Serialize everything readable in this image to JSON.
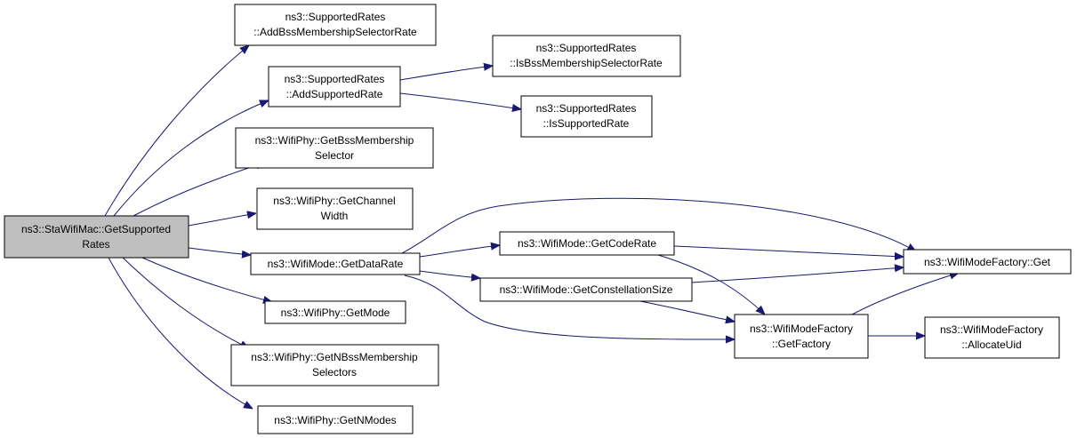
{
  "graph": {
    "nodes": [
      {
        "id": "root",
        "lines": [
          "ns3::StaWifiMac::GetSupported",
          "Rates"
        ]
      },
      {
        "id": "add-bss-rate",
        "lines": [
          "ns3::SupportedRates",
          "::AddBssMembershipSelectorRate"
        ]
      },
      {
        "id": "add-supported-rate",
        "lines": [
          "ns3::SupportedRates",
          "::AddSupportedRate"
        ]
      },
      {
        "id": "is-bss-rate",
        "lines": [
          "ns3::SupportedRates",
          "::IsBssMembershipSelectorRate"
        ]
      },
      {
        "id": "is-supported-rate",
        "lines": [
          "ns3::SupportedRates",
          "::IsSupportedRate"
        ]
      },
      {
        "id": "get-bss-selector",
        "lines": [
          "ns3::WifiPhy::GetBssMembership",
          "Selector"
        ]
      },
      {
        "id": "get-channel-width",
        "lines": [
          "ns3::WifiPhy::GetChannel",
          "Width"
        ]
      },
      {
        "id": "get-data-rate",
        "lines": [
          "ns3::WifiMode::GetDataRate"
        ]
      },
      {
        "id": "get-code-rate",
        "lines": [
          "ns3::WifiMode::GetCodeRate"
        ]
      },
      {
        "id": "get-constellation-size",
        "lines": [
          "ns3::WifiMode::GetConstellationSize"
        ]
      },
      {
        "id": "factory-get",
        "lines": [
          "ns3::WifiModeFactory::Get"
        ]
      },
      {
        "id": "get-factory",
        "lines": [
          "ns3::WifiModeFactory",
          "::GetFactory"
        ]
      },
      {
        "id": "allocate-uid",
        "lines": [
          "ns3::WifiModeFactory",
          "::AllocateUid"
        ]
      },
      {
        "id": "get-mode",
        "lines": [
          "ns3::WifiPhy::GetMode"
        ]
      },
      {
        "id": "get-n-bss-selectors",
        "lines": [
          "ns3::WifiPhy::GetNBssMembership",
          "Selectors"
        ]
      },
      {
        "id": "get-n-modes",
        "lines": [
          "ns3::WifiPhy::GetNModes"
        ]
      }
    ],
    "edges": [
      {
        "from": "root",
        "to": "add-bss-rate"
      },
      {
        "from": "root",
        "to": "add-supported-rate"
      },
      {
        "from": "root",
        "to": "get-bss-selector"
      },
      {
        "from": "root",
        "to": "get-channel-width"
      },
      {
        "from": "root",
        "to": "get-data-rate"
      },
      {
        "from": "root",
        "to": "get-mode"
      },
      {
        "from": "root",
        "to": "get-n-bss-selectors"
      },
      {
        "from": "root",
        "to": "get-n-modes"
      },
      {
        "from": "add-supported-rate",
        "to": "is-bss-rate"
      },
      {
        "from": "add-supported-rate",
        "to": "is-supported-rate"
      },
      {
        "from": "get-data-rate",
        "to": "get-code-rate"
      },
      {
        "from": "get-data-rate",
        "to": "get-constellation-size"
      },
      {
        "from": "get-data-rate",
        "to": "factory-get"
      },
      {
        "from": "get-data-rate",
        "to": "get-factory"
      },
      {
        "from": "get-code-rate",
        "to": "factory-get"
      },
      {
        "from": "get-code-rate",
        "to": "get-factory"
      },
      {
        "from": "get-constellation-size",
        "to": "factory-get"
      },
      {
        "from": "get-constellation-size",
        "to": "get-factory"
      },
      {
        "from": "get-factory",
        "to": "factory-get"
      },
      {
        "from": "get-factory",
        "to": "allocate-uid"
      }
    ],
    "colors": {
      "edge": "#191970",
      "root_fill": "#bfbfbf",
      "node_fill": "#ffffff",
      "border": "#000000"
    }
  }
}
